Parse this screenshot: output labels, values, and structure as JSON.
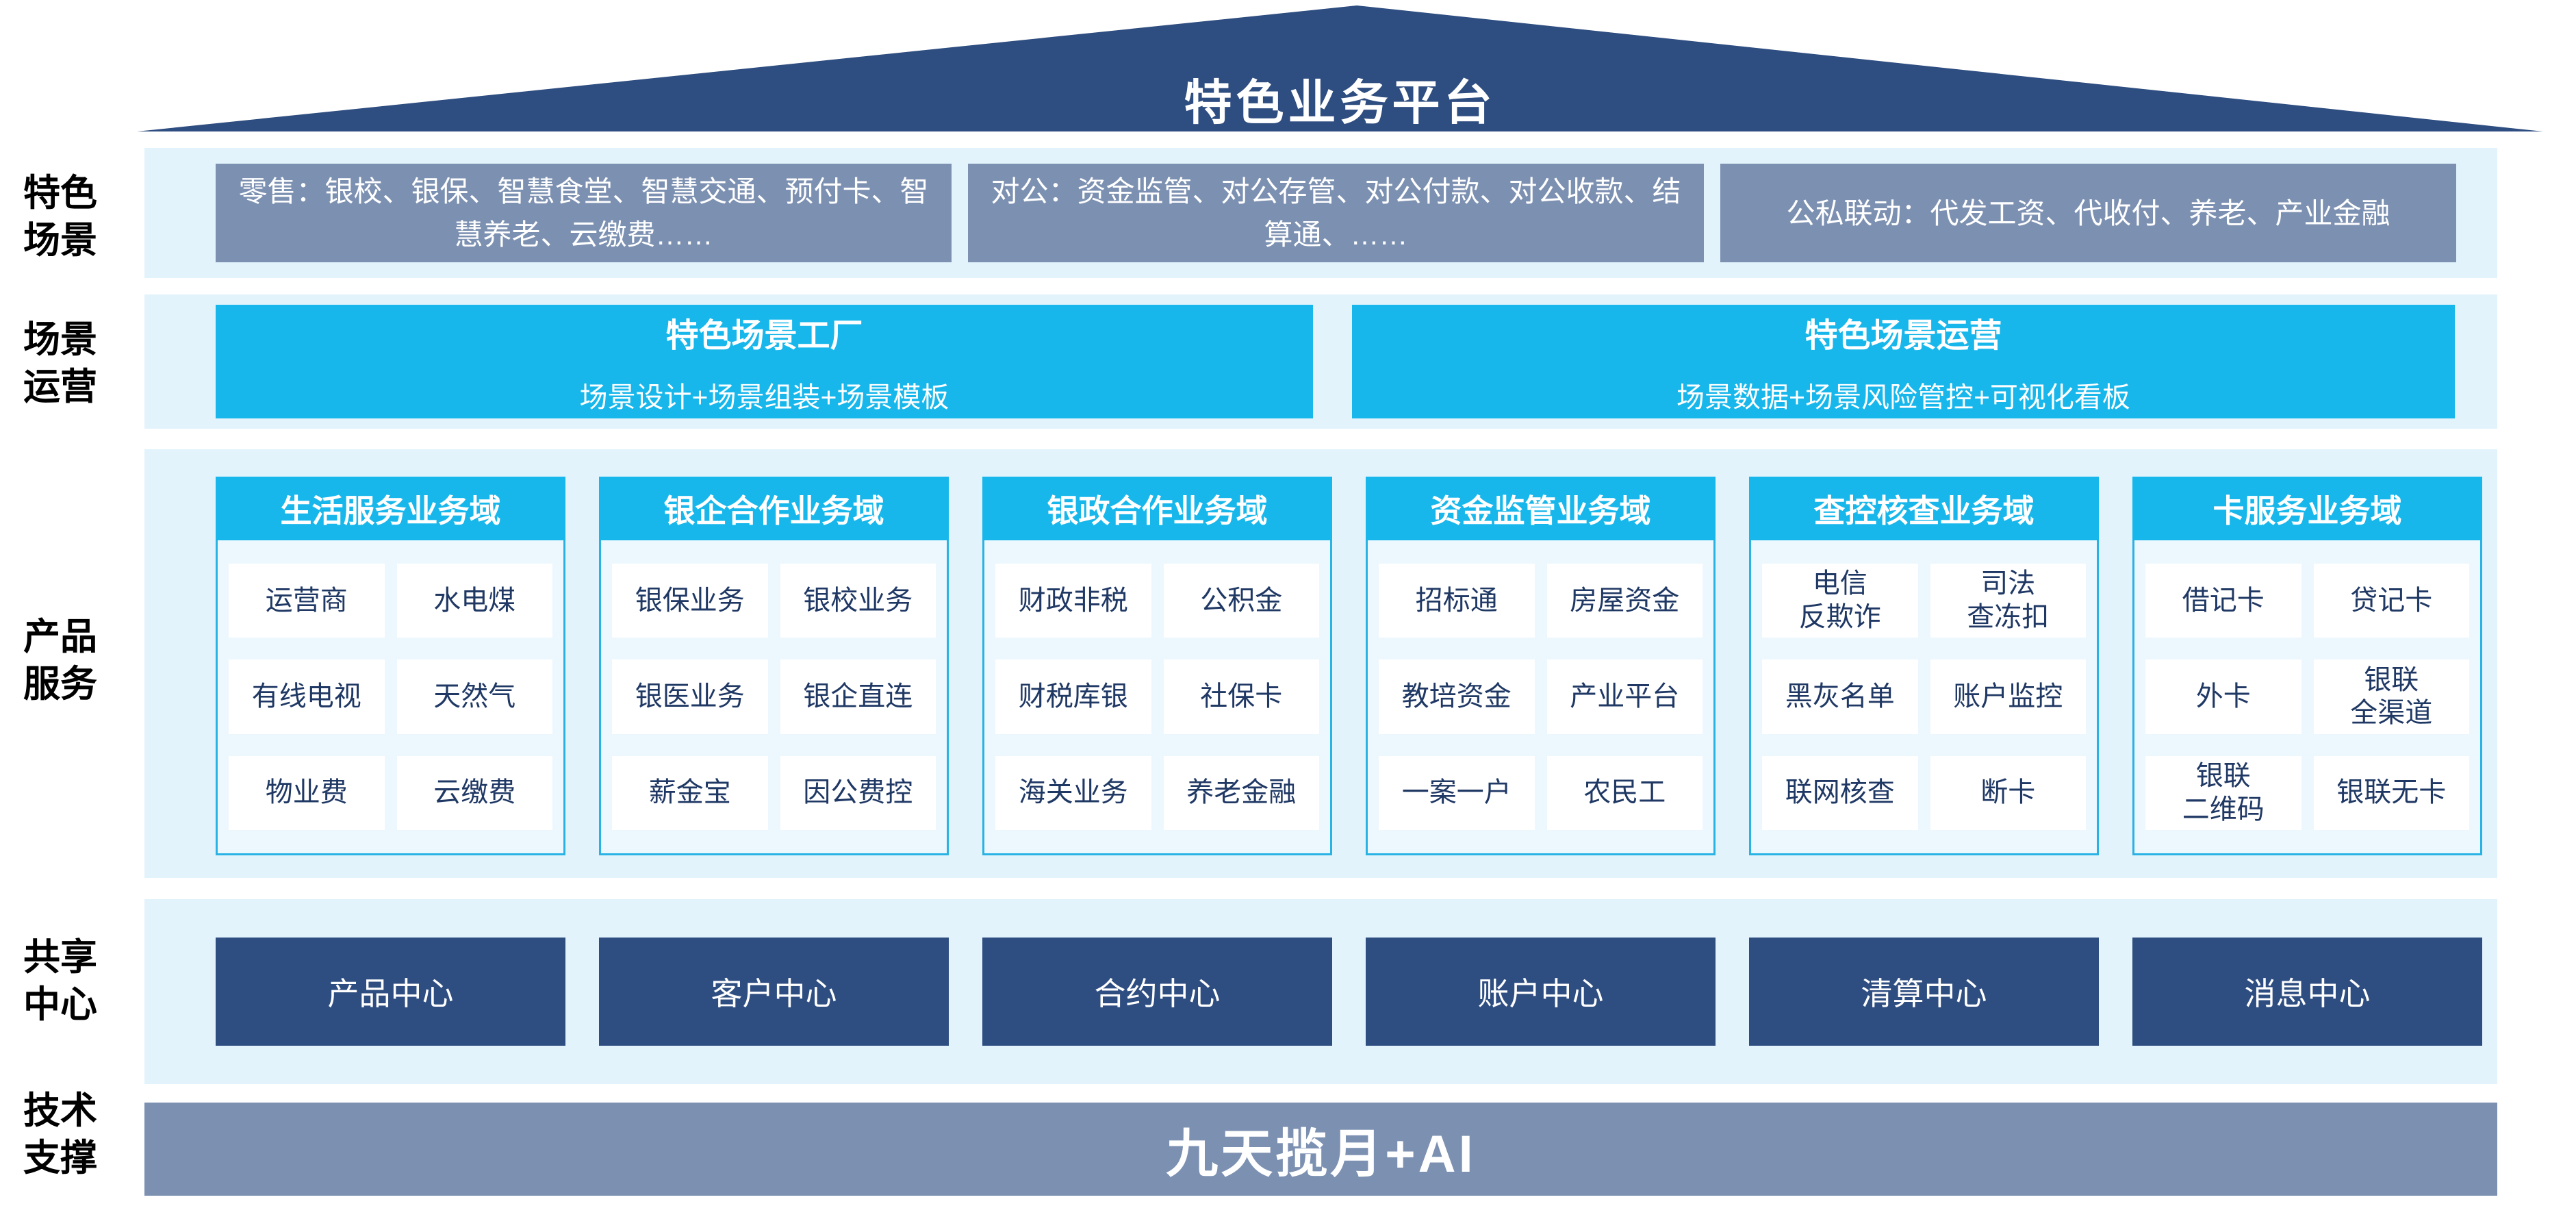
{
  "roof": {
    "title": "特色业务平台"
  },
  "side_labels": [
    {
      "label": "特色\n场景"
    },
    {
      "label": "场景\n运营"
    },
    {
      "label": "产品\n服务"
    },
    {
      "label": "共享\n中心"
    },
    {
      "label": "技术\n支撑"
    }
  ],
  "scene_row": {
    "items": [
      "零售：银校、银保、智慧食堂、智慧交通、预付卡、智慧养老、云缴费……",
      "对公：资金监管、对公存管、对公付款、对公收款、结算通、……",
      "公私联动：代发工资、代收付、养老、产业金融"
    ]
  },
  "operation_row": {
    "boxes": [
      {
        "title": "特色场景工厂",
        "subtitle": "场景设计+场景组装+场景模板"
      },
      {
        "title": "特色场景运营",
        "subtitle": "场景数据+场景风险管控+可视化看板"
      }
    ]
  },
  "product_row": {
    "columns": [
      {
        "header": "生活服务业务域",
        "items": [
          "运营商",
          "水电煤",
          "有线电视",
          "天然气",
          "物业费",
          "云缴费"
        ]
      },
      {
        "header": "银企合作业务域",
        "items": [
          "银保业务",
          "银校业务",
          "银医业务",
          "银企直连",
          "薪金宝",
          "因公费控"
        ]
      },
      {
        "header": "银政合作业务域",
        "items": [
          "财政非税",
          "公积金",
          "财税库银",
          "社保卡",
          "海关业务",
          "养老金融"
        ]
      },
      {
        "header": "资金监管业务域",
        "items": [
          "招标通",
          "房屋资金",
          "教培资金",
          "产业平台",
          "一案一户",
          "农民工"
        ]
      },
      {
        "header": "查控核查业务域",
        "items": [
          "电信\n反欺诈",
          "司法\n查冻扣",
          "黑灰名单",
          "账户监控",
          "联网核查",
          "断卡"
        ]
      },
      {
        "header": "卡服务业务域",
        "items": [
          "借记卡",
          "贷记卡",
          "外卡",
          "银联\n全渠道",
          "银联\n二维码",
          "银联无卡"
        ]
      }
    ]
  },
  "shared_row": {
    "items": [
      "产品中心",
      "客户中心",
      "合约中心",
      "账户中心",
      "清算中心",
      "消息中心"
    ]
  },
  "tech_row": {
    "label": "九天揽月+AI"
  },
  "colors": {
    "navy": "#2e4d80",
    "steel": "#7c90b1",
    "cyan": "#18b7eb",
    "band_bg": "#e2f3fc",
    "column_bg": "#edf8fe",
    "column_border": "#29b2e4",
    "cell_text": "#1f3864"
  }
}
